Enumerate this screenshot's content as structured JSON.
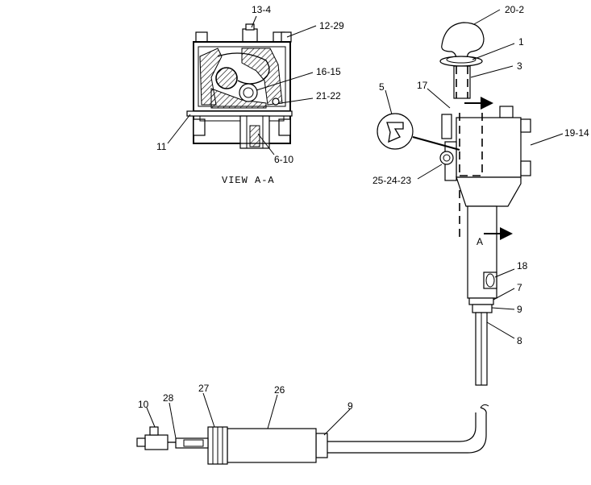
{
  "view_caption": "VIEW A-A",
  "section_marker": "A",
  "callouts": {
    "c13_4": "13-4",
    "c12_29": "12-29",
    "c16_15": "16-15",
    "c21_22": "21-22",
    "c11": "11",
    "c6_10": "6-10",
    "c20_2": "20-2",
    "c1": "1",
    "c3": "3",
    "c17": "17",
    "c5": "5",
    "c19_14": "19-14",
    "c25_24_23": "25-24-23",
    "c18": "18",
    "c7": "7",
    "c9_upper": "9",
    "c8": "8",
    "c10": "10",
    "c28": "28",
    "c27": "27",
    "c26": "26",
    "c9_lower": "9"
  }
}
